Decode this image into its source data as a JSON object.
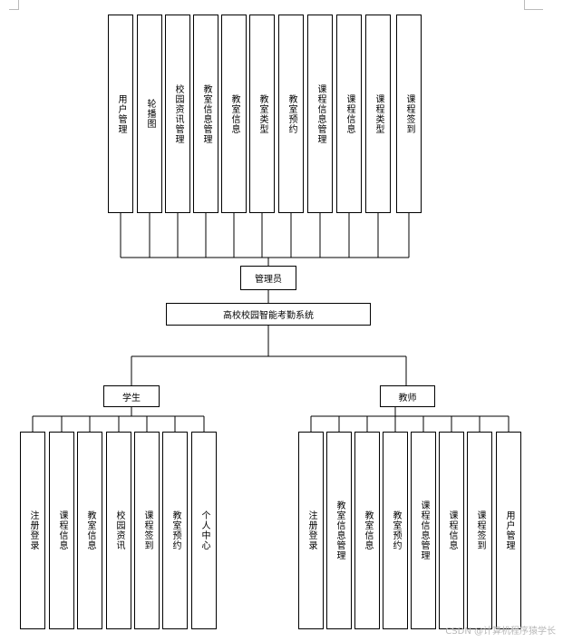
{
  "admin": {
    "label": "管理员",
    "modules": [
      "用户管理",
      "轮播图",
      "校园资讯管理",
      "教室信息管理",
      "教室信息",
      "教室类型",
      "教室预约",
      "课程信息管理",
      "课程信息",
      "课程类型",
      "课程签到"
    ]
  },
  "system": {
    "label": "高校校园智能考勤系统"
  },
  "student": {
    "label": "学生",
    "modules": [
      "注册登录",
      "课程信息",
      "教室信息",
      "校园资讯",
      "课程签到",
      "教室预约",
      "个人中心"
    ]
  },
  "teacher": {
    "label": "教师",
    "modules": [
      "注册登录",
      "教室信息管理",
      "教室信息",
      "教室预约",
      "课程信息管理",
      "课程信息",
      "课程签到",
      "用户管理"
    ]
  },
  "watermark": "CSDN @计算机程序猿学长"
}
